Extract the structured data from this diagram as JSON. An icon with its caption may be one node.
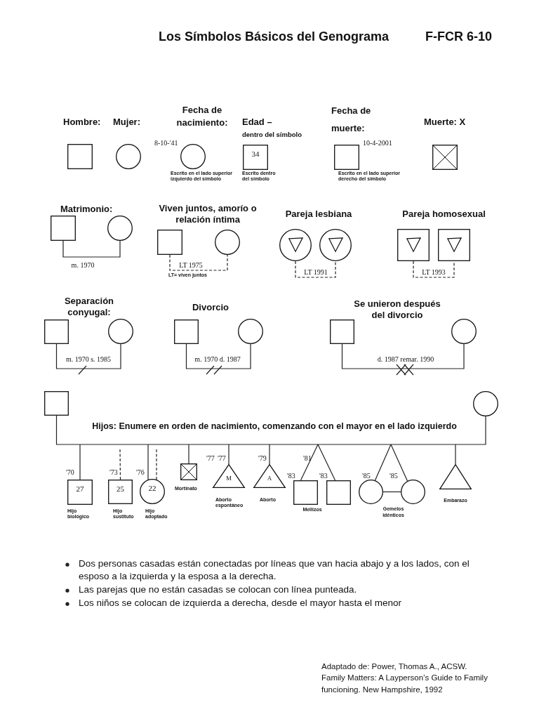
{
  "diagram": {
    "title": "Los Símbolos Básicos del Genograma",
    "nodes": [
      {
        "text": [],
        "shape": "box"
      },
      {
        "text": [],
        "shape": "circle"
      },
      {
        "text": [],
        "shape": "circle",
        "beside": [
          "8-10-'41",
          "Escrito en el lado superior izquierdo del símbolo"
        ]
      },
      {
        "text": [
          "34"
        ],
        "beside": [
          "Escrito dentro del símbolo"
        ]
      },
      {
        "text": [],
        "shape": "box",
        "beside": [
          "10-4-2001",
          "Escrito en el lado superior derecho del símbolo"
        ]
      },
      {
        "text": [],
        "shape": "box"
      },
      {
        "text": [],
        "shape": "box"
      },
      {
        "text": [],
        "shape": "circle"
      },
      {
        "text": [],
        "shape": "box"
      },
      {
        "text": [],
        "shape": "circle"
      },
      {
        "text": [],
        "shape": "circle"
      },
      {
        "text": [],
        "shape": "circle"
      },
      {
        "text": [],
        "shape": "box"
      },
      {
        "text": [],
        "shape": "box"
      },
      {
        "text": [],
        "shape": "box"
      },
      {
        "text": [],
        "shape": "circle"
      },
      {
        "text": [],
        "shape": "box"
      },
      {
        "text": [],
        "shape": "circle"
      },
      {
        "text": [],
        "shape": "box"
      },
      {
        "text": [],
        "shape": "circle"
      },
      {
        "text": [],
        "shape": "box"
      },
      {
        "text": [],
        "shape": "circle"
      },
      {
        "text": [
          "27"
        ],
        "beside": [
          "'70",
          "Hijo biológico"
        ]
      },
      {
        "text": [
          "25"
        ],
        "beside": [
          "'73",
          "Hijo sustituto"
        ]
      },
      {
        "text": [
          "22"
        ],
        "beside": [
          "'76",
          "Hijo adoptado"
        ]
      },
      {
        "text": [],
        "shape": "box",
        "beside": [
          "Mortinato"
        ]
      },
      {
        "text": [
          "M"
        ],
        "beside": [
          "'77",
          "'77",
          "Aborto espontáneo"
        ]
      },
      {
        "text": [
          "A"
        ],
        "beside": [
          "'79",
          "Aborto"
        ]
      },
      {
        "text": [],
        "shape": "box",
        "beside": [
          "'83"
        ]
      },
      {
        "text": [],
        "shape": "box",
        "beside": [
          "'83"
        ]
      },
      {
        "text": [],
        "shape": "circle",
        "beside": [
          "'85"
        ]
      },
      {
        "text": [],
        "shape": "circle",
        "beside": [
          "'85"
        ]
      },
      {
        "text": [],
        "shape": "triangle",
        "beside": [
          "Embarazo"
        ]
      }
    ],
    "edges": [
      {
        "from": 6,
        "to": 7,
        "arrow": "none",
        "label": "m. 1970"
      },
      {
        "from": 8,
        "to": 9,
        "arrow": "none",
        "label": "LT 1975",
        "style": "dashed"
      },
      {
        "from": 10,
        "to": 11,
        "arrow": "none",
        "label": "LT 1991",
        "style": "dashed"
      },
      {
        "from": 12,
        "to": 13,
        "arrow": "none",
        "label": "LT 1993",
        "style": "dashed"
      },
      {
        "from": 14,
        "to": 15,
        "arrow": "none",
        "label": "m. 1970 s. 1985"
      },
      {
        "from": 16,
        "to": 17,
        "arrow": "none",
        "label": "m. 1970 d. 1987"
      },
      {
        "from": 18,
        "to": 19,
        "arrow": "none",
        "label": "d. 1987 remar. 1990"
      },
      {
        "from": 20,
        "to": 21,
        "arrow": "none"
      },
      {
        "from": null,
        "to": 22,
        "arrow": "none"
      },
      {
        "from": null,
        "to": 23,
        "arrow": "none",
        "style": "dashed"
      },
      {
        "from": null,
        "to": 24,
        "arrow": "none"
      },
      {
        "from": null,
        "to": 24,
        "arrow": "none",
        "style": "dashed"
      },
      {
        "from": null,
        "to": 25,
        "arrow": "none"
      },
      {
        "from": null,
        "to": 26,
        "arrow": "none"
      },
      {
        "from": null,
        "to": 27,
        "arrow": "none"
      },
      {
        "from": null,
        "to": 28,
        "arrow": "none"
      },
      {
        "from": null,
        "to": 29,
        "arrow": "none"
      },
      {
        "from": null,
        "to": 30,
        "arrow": "none"
      },
      {
        "from": null,
        "to": 31,
        "arrow": "none"
      },
      {
        "from": 30,
        "to": 31,
        "arrow": "none"
      },
      {
        "from": null,
        "to": 32,
        "arrow": "none"
      }
    ],
    "labels": [
      "F-FCR 6-10",
      "Hombre:",
      "Mujer:",
      "Fecha de nacimiento:",
      "Edad –",
      "dentro del símbolo",
      "Fecha de muerte:",
      "Muerte: X",
      "Matrimonio:",
      "Viven juntos, amorío o relación íntima",
      "LT= viven juntos",
      "Pareja lesbiana",
      "Pareja homosexual",
      "Separación conyugal:",
      "Divorcio",
      "Se unieron después del divorcio",
      "Hijos: Enumere en orden de nacimiento, comenzando con el mayor en el lado izquierdo",
      "'81",
      "Mellizos",
      "Gemelos idénticos",
      "Dos personas casadas están conectadas por líneas que van hacia abajo y a los lados, con el esposo a la izquierda y la esposa a la derecha.",
      "Las parejas que no están casadas se colocan con línea punteada.",
      "Los niños se colocan de izquierda a derecha, desde el mayor hasta el menor",
      "Adaptado de: Power, Thomas A., ACSW.",
      "Family Matters: A Layperson’s Guide to Family funcioning. New Hampshire, 1992"
    ]
  }
}
